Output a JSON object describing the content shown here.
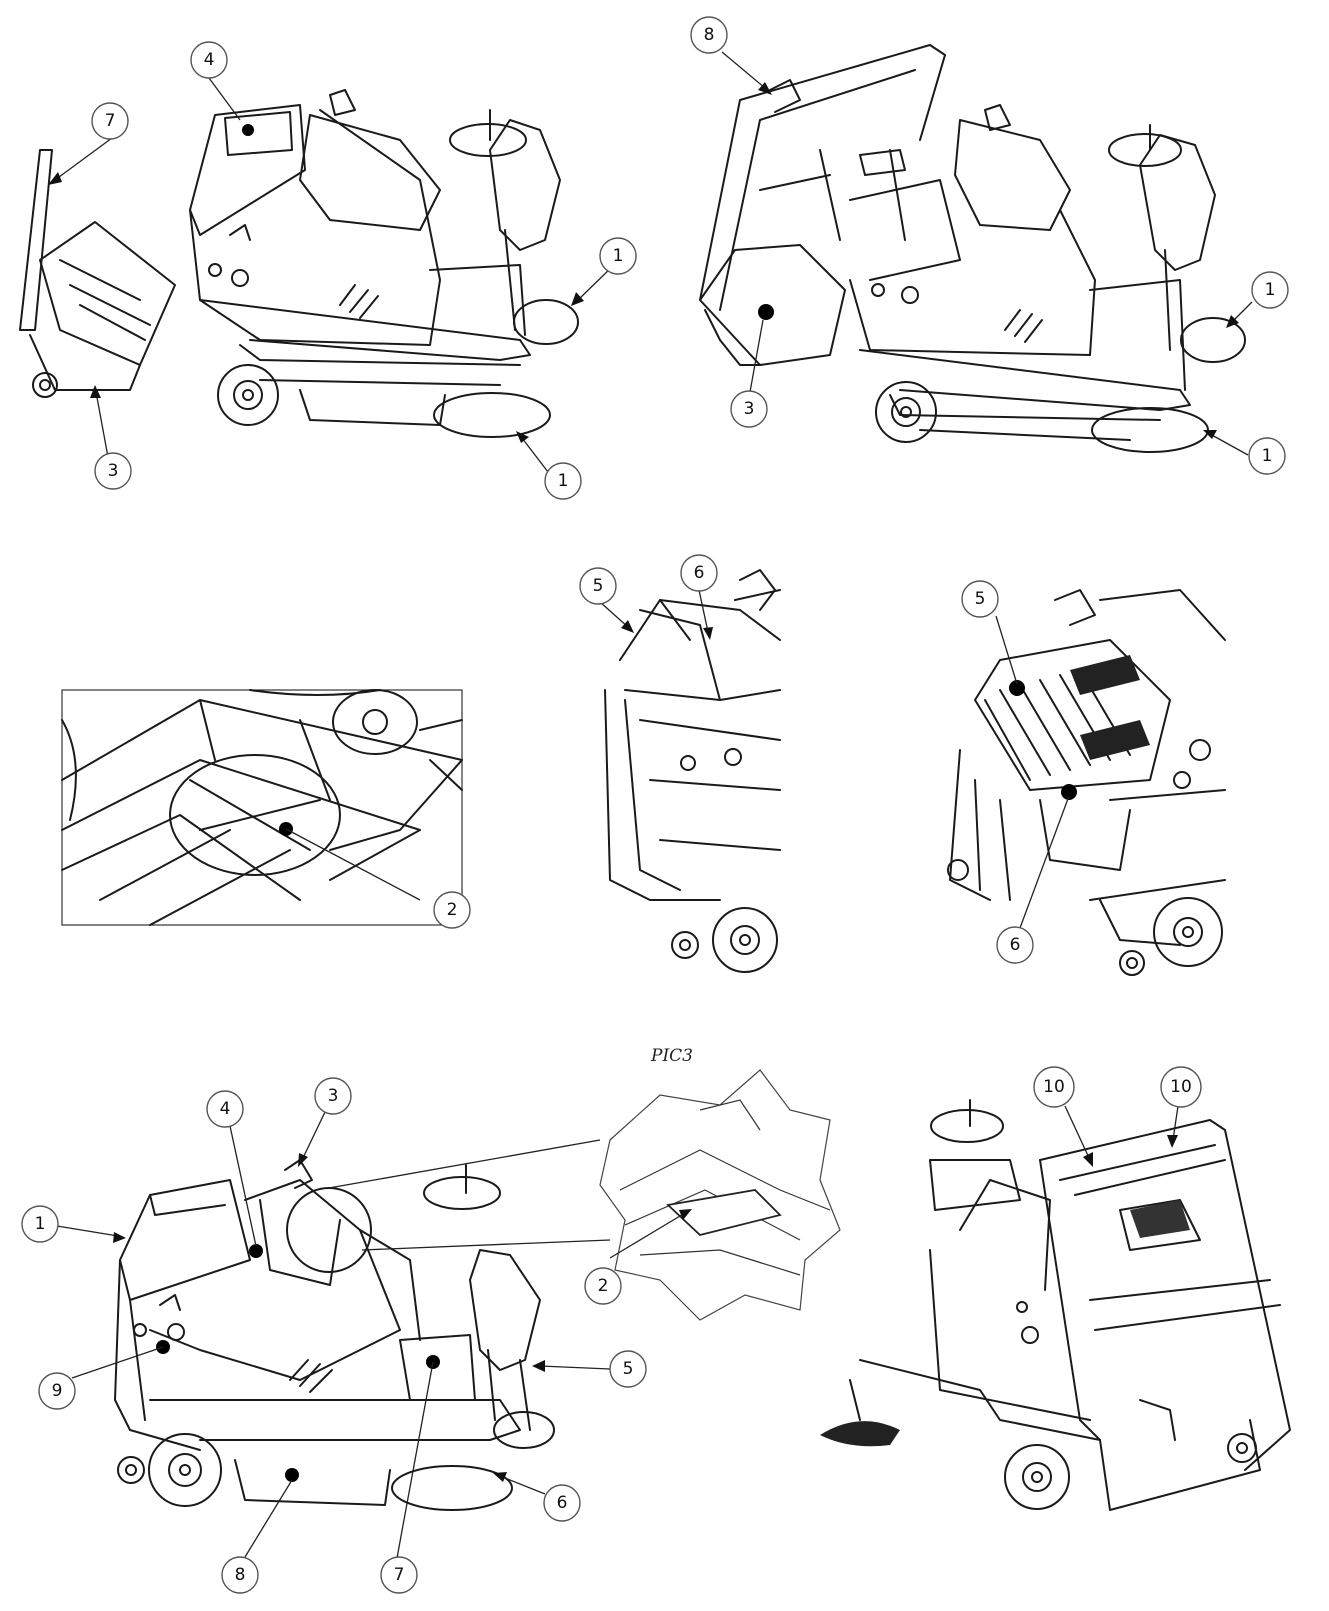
{
  "caption": "PIC3",
  "panels": {
    "top_left": {
      "callouts": [
        "1",
        "1",
        "3",
        "4",
        "7"
      ]
    },
    "top_right": {
      "callouts": [
        "1",
        "1",
        "3",
        "8"
      ]
    },
    "middle_left": {
      "callouts": [
        "2"
      ]
    },
    "middle_center": {
      "callouts": [
        "5",
        "6"
      ]
    },
    "middle_right": {
      "callouts": [
        "5",
        "6"
      ]
    },
    "bottom_left": {
      "callouts": [
        "1",
        "2",
        "3",
        "4",
        "5",
        "6",
        "7",
        "8",
        "9"
      ]
    },
    "bottom_right": {
      "callouts": [
        "10",
        "10"
      ]
    }
  },
  "colors": {
    "line": "#1a1a1a",
    "callout_border": "#555555",
    "background": "#ffffff"
  }
}
